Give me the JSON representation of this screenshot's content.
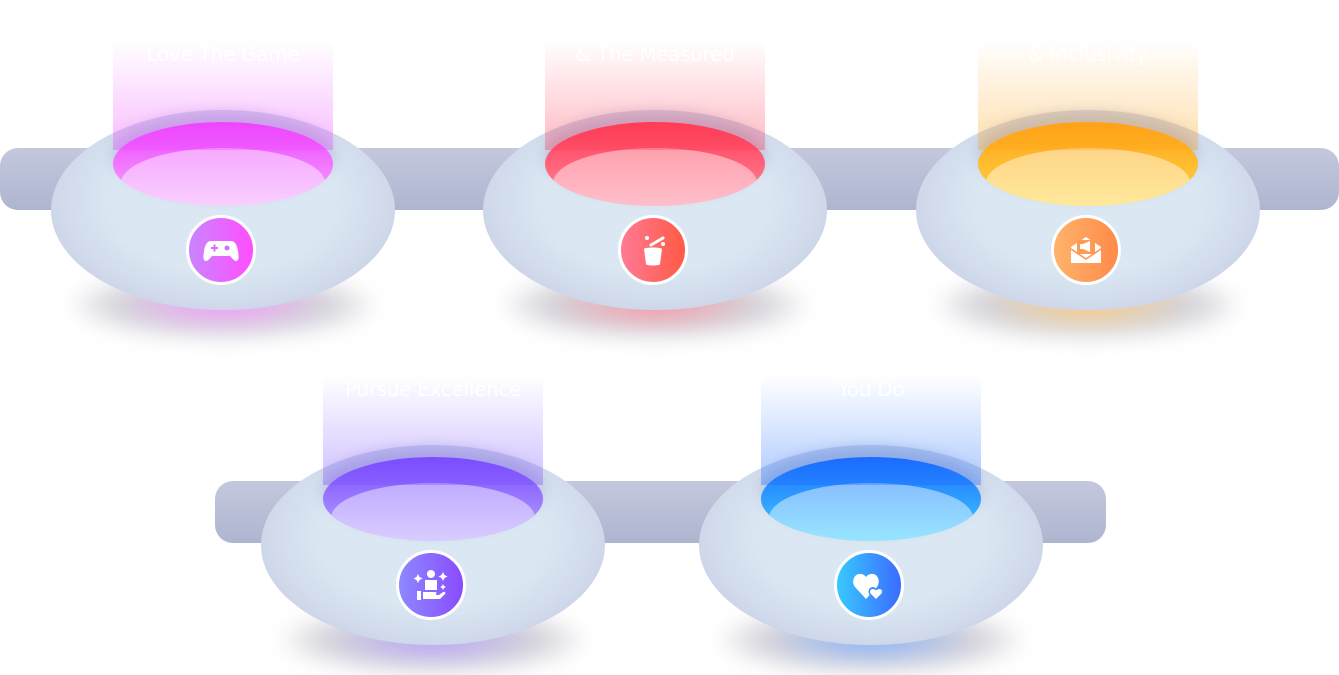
{
  "items": [
    {
      "label": "Love The Game",
      "icon": "gamepad-icon",
      "colors": {
        "top": "#ee44ff",
        "bottom": "#f4a8ff",
        "icon_from": "#c985ff",
        "icon_to": "#ff4dff"
      }
    },
    {
      "label": "& The Measured",
      "icon": "magic-hat-icon",
      "colors": {
        "top": "#ff3b55",
        "bottom": "#ff8aa0",
        "icon_from": "#ff7a95",
        "icon_to": "#ff5a45"
      }
    },
    {
      "label": "& Inclusivity",
      "icon": "mail-megaphone-icon",
      "colors": {
        "top": "#ffa216",
        "bottom": "#ffd64a",
        "icon_from": "#ffb36b",
        "icon_to": "#ff8a4a"
      }
    },
    {
      "label": "Pursue Excellence",
      "icon": "person-sparkle-hand-icon",
      "colors": {
        "top": "#7a4cff",
        "bottom": "#b8a4ff",
        "icon_from": "#8c88ff",
        "icon_to": "#8a4cff"
      }
    },
    {
      "label": "You Do",
      "icon": "hearts-icon",
      "colors": {
        "top": "#1a6bff",
        "bottom": "#43d0ff",
        "icon_from": "#38c9ff",
        "icon_to": "#3b6bff"
      }
    }
  ]
}
